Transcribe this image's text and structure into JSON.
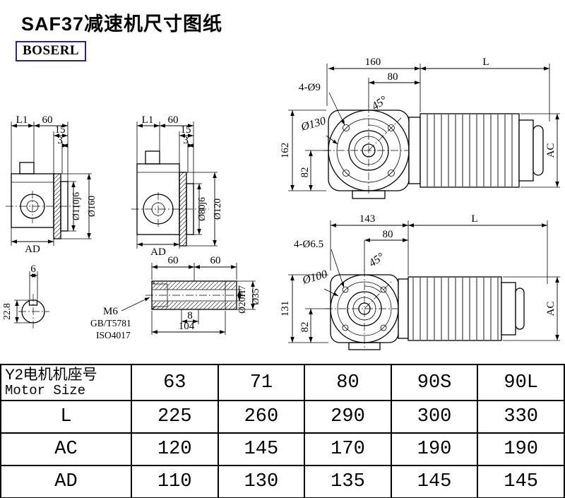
{
  "page": {
    "title": "SAF37减速机尺寸图纸",
    "logo": "BOSERL",
    "logo_border_color": "#2b2488",
    "line_color": "#000000",
    "background": "#ffffff"
  },
  "drawings": {
    "side_view_large": {
      "l1": "L1",
      "w60": "60",
      "w15": "15",
      "w3": "3",
      "dia_hub": "Ø110j6",
      "dia_flange": "Ø160",
      "ad": "AD"
    },
    "side_view_small": {
      "l1": "L1",
      "w60": "60",
      "w15": "15",
      "w3": "3",
      "dia_hub": "Ø80j6",
      "dia_flange": "Ø120",
      "ad": "AD"
    },
    "front_view_top": {
      "w160": "160",
      "l": "L",
      "holes": "4-Ø9",
      "w80": "80",
      "angle": "45°",
      "dia": "Ø130",
      "h162": "162",
      "h82": "82",
      "ac": "AC"
    },
    "front_view_bottom": {
      "w143": "143",
      "l": "L",
      "holes": "4-Ø6.5",
      "w80": "80",
      "angle": "45°",
      "dia": "Ø100",
      "h131": "131",
      "h82": "82",
      "ac": "AC"
    },
    "shaft_section": {
      "w6": "6",
      "h228": "22.8"
    },
    "shaft_detail": {
      "w60a": "60",
      "w60b": "60",
      "thread": "M6",
      "standard_gb": "GB/T5781",
      "standard_iso": "ISO4017",
      "w8": "8",
      "w104": "104",
      "dia_bore": "Ø20H7",
      "dia_outer": "Ø35"
    }
  },
  "table": {
    "header_cn": "Y2电机机座号",
    "header_en": "Motor Size",
    "motor_sizes": [
      "63",
      "71",
      "80",
      "90S",
      "90L"
    ],
    "rows": [
      {
        "label": "L",
        "values": [
          "225",
          "260",
          "290",
          "300",
          "330"
        ]
      },
      {
        "label": "AC",
        "values": [
          "120",
          "145",
          "170",
          "190",
          "190"
        ]
      },
      {
        "label": "AD",
        "values": [
          "110",
          "130",
          "135",
          "145",
          "145"
        ]
      }
    ]
  }
}
